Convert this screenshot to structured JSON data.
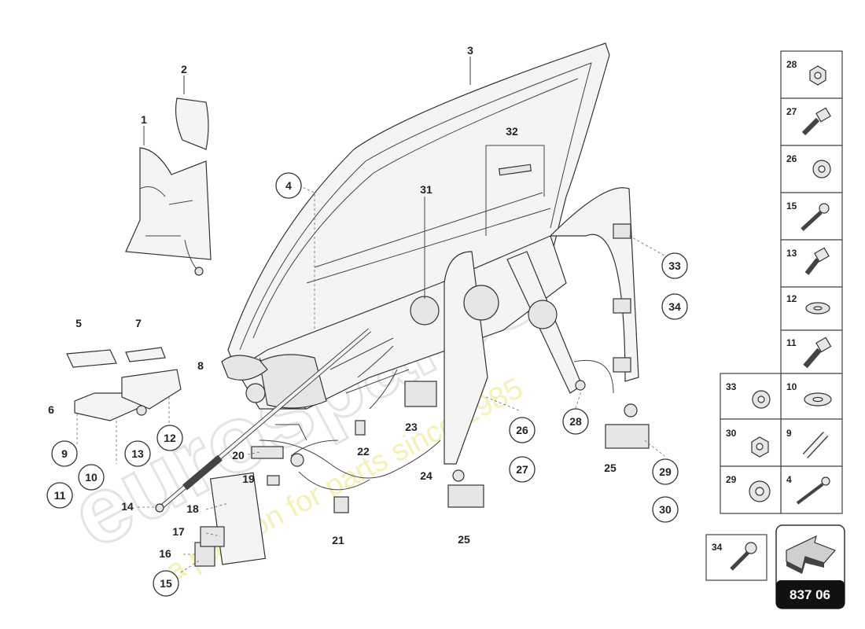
{
  "watermark": {
    "brand": "eurospares",
    "tagline": "a passion for parts since 1985"
  },
  "diagram_number": "837 06",
  "labels": {
    "l1": "1",
    "l2": "2",
    "l3": "3",
    "l4": "4",
    "l5": "5",
    "l6": "6",
    "l7": "7",
    "l8": "8",
    "l9": "9",
    "l10": "10",
    "l11": "11",
    "l12": "12",
    "l13": "13",
    "l14": "14",
    "l15": "15",
    "l16": "16",
    "l17": "17",
    "l18": "18",
    "l19": "19",
    "l20": "20",
    "l21": "21",
    "l22": "22",
    "l23": "23",
    "l24": "24",
    "l25a": "25",
    "l25b": "25",
    "l26": "26",
    "l27": "27",
    "l28": "28",
    "l29": "29",
    "l30": "30",
    "l31": "31",
    "l32": "32",
    "l33": "33",
    "l34": "34"
  },
  "legend_right": [
    "28",
    "27",
    "26",
    "15",
    "13",
    "12",
    "11",
    "10",
    "9",
    "4"
  ],
  "legend_left": [
    "33",
    "30",
    "29"
  ],
  "legend_extra": "34"
}
